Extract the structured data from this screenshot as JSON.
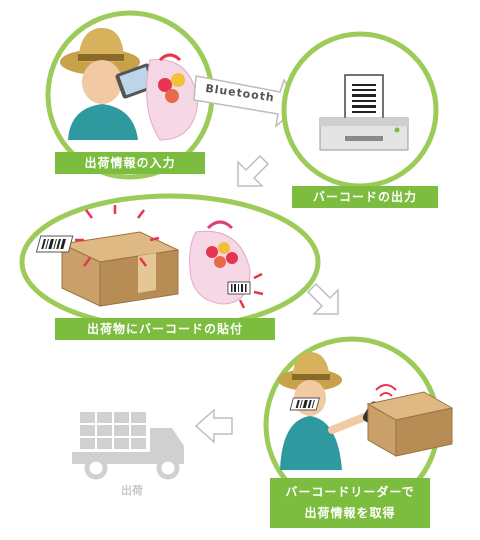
{
  "steps": {
    "input_label": "出荷情報の入力",
    "barcode_out_label": "バーコードの出力",
    "attach_label": "出荷物にバーコードの貼付",
    "read_label_line1": "バーコードリーダーで",
    "read_label_line2": "出荷情報を取得"
  },
  "connection": {
    "protocol_label": "Bluetooth"
  },
  "final": {
    "ship_label": "出荷"
  },
  "colors": {
    "accent_green": "#7cbd3f",
    "ring_green": "#9ccb5a",
    "truck_gray": "#d0d0d0",
    "alert_red": "#e8344e",
    "box_brown": "#c9a06a"
  }
}
